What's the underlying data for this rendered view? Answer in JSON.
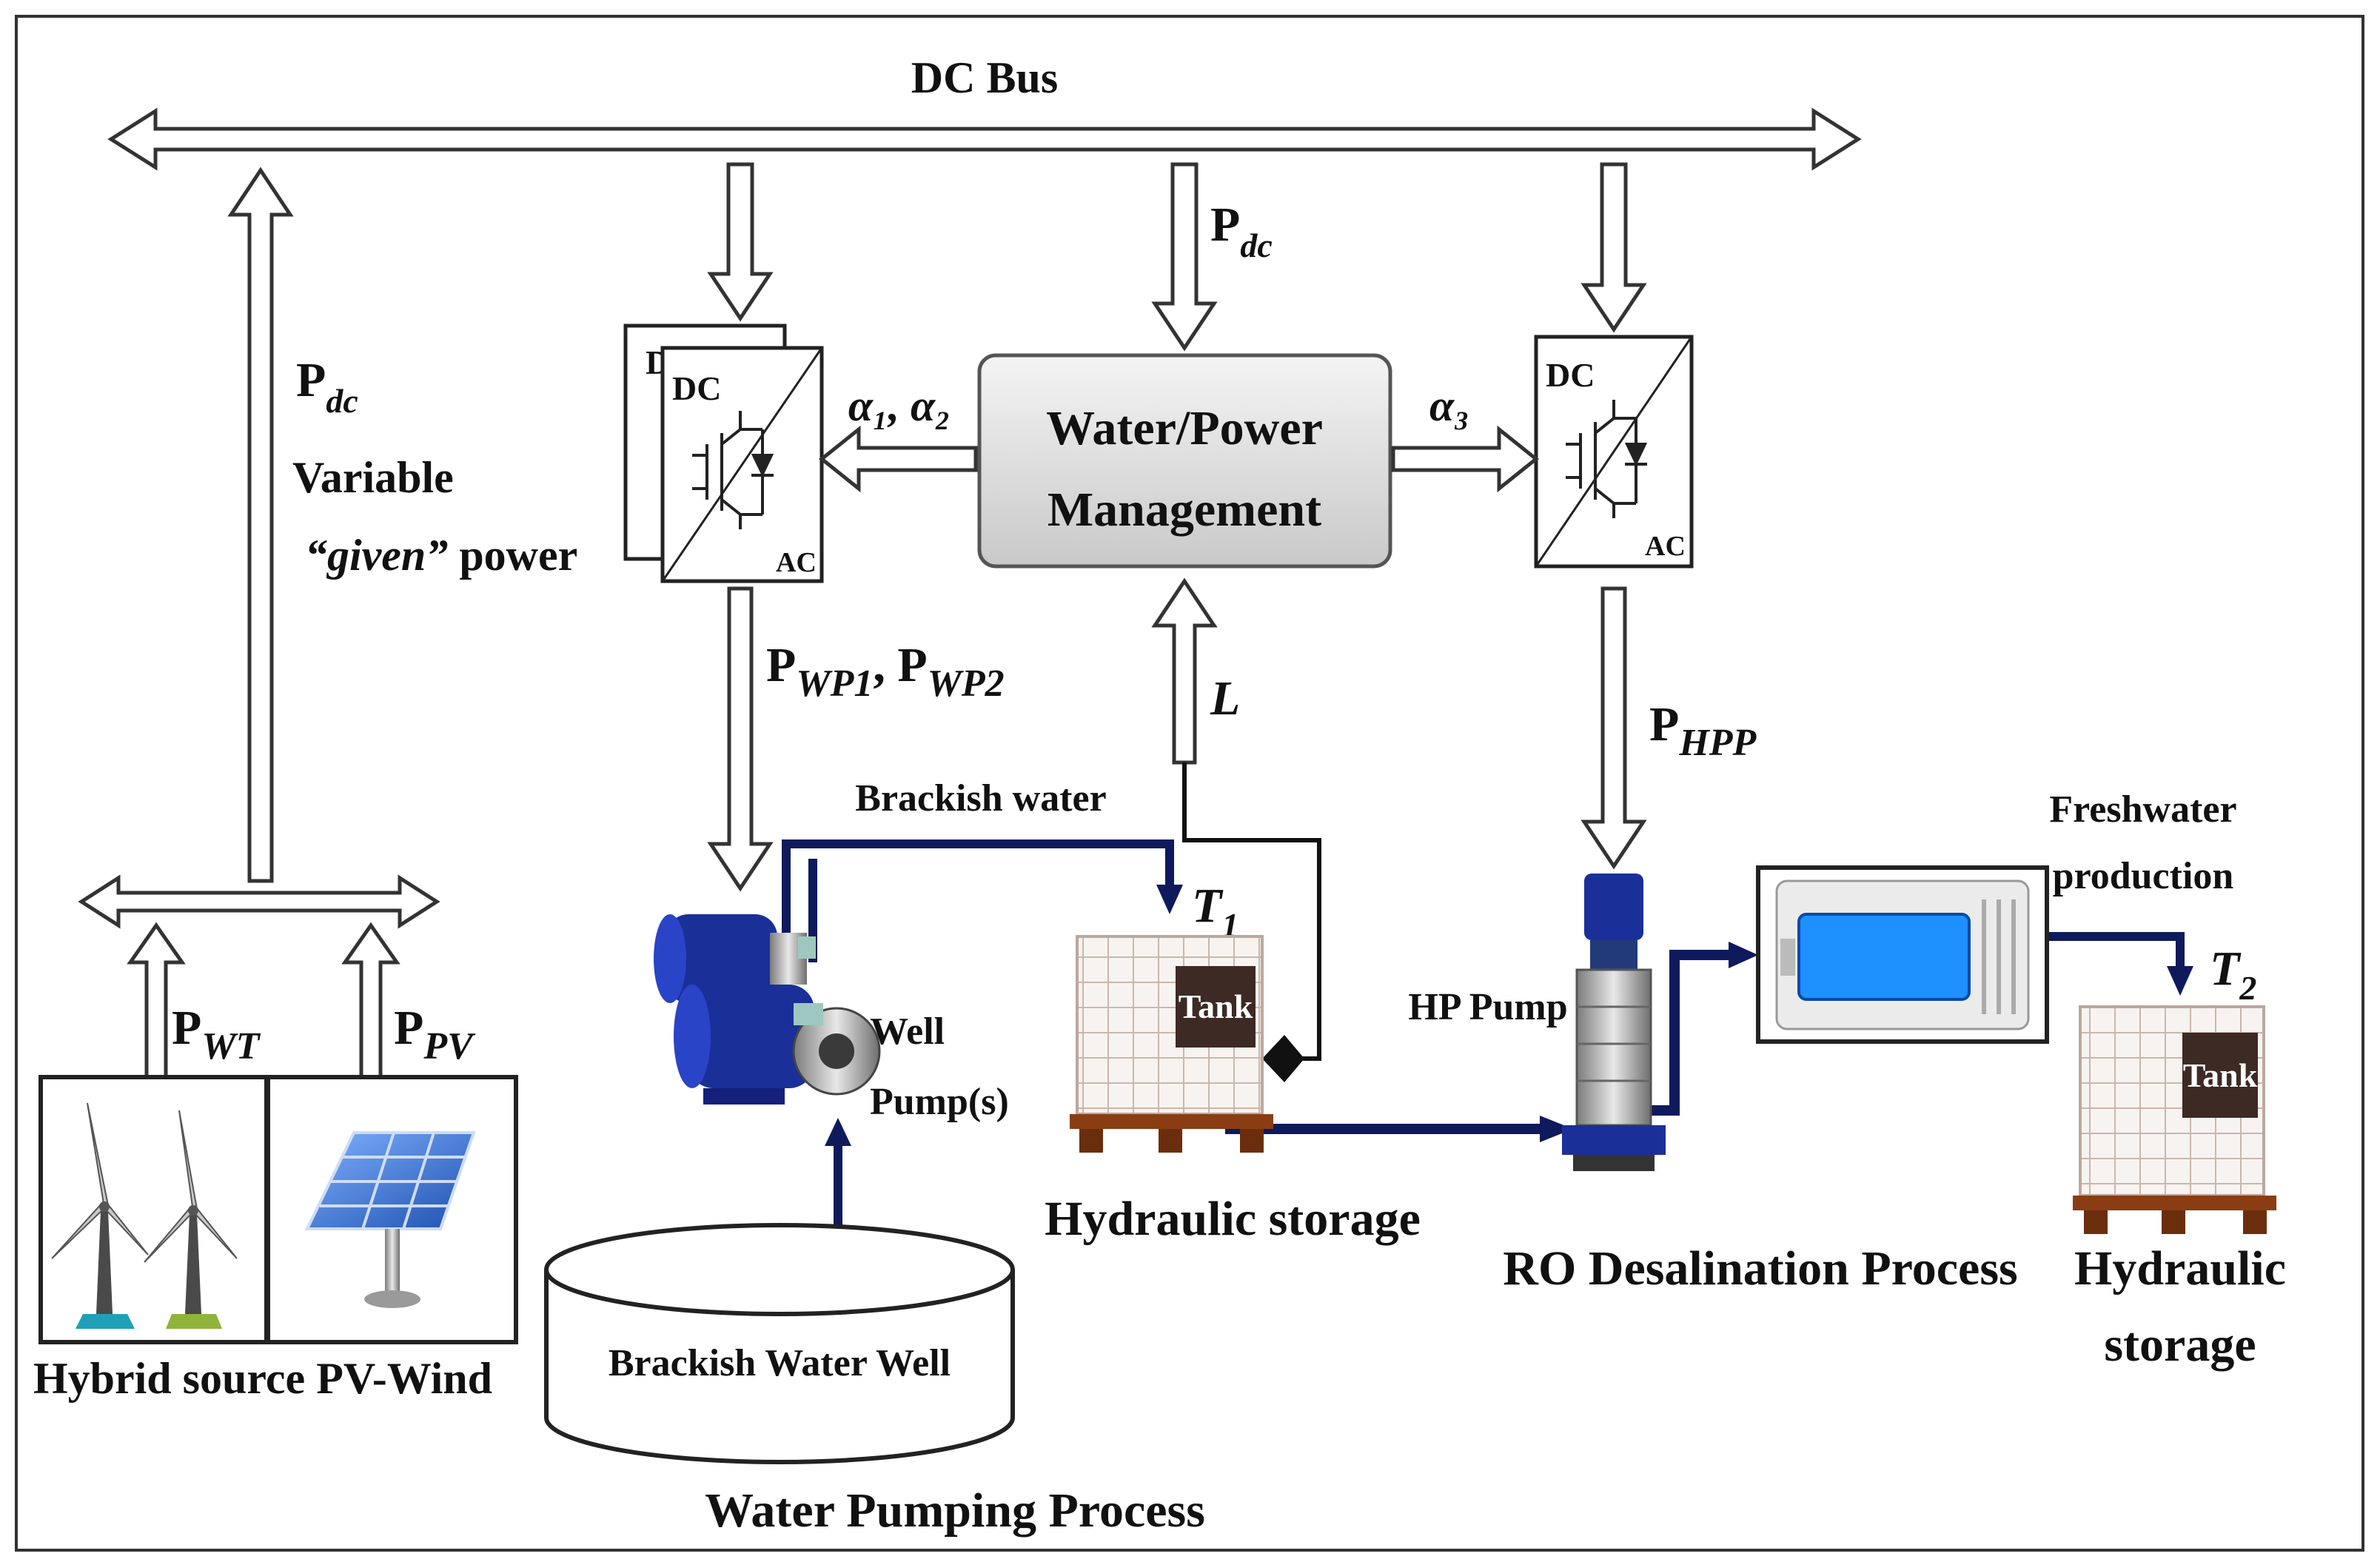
{
  "labels": {
    "dc_bus": "DC Bus",
    "pdc_main_base": "P",
    "pdc_main_sub": "dc",
    "pdc_left_base": "P",
    "pdc_left_sub": "dc",
    "variable": "Variable",
    "given_open": "“given”",
    "given_power": " power",
    "alpha12": "α₁, α₂",
    "alpha3": "α₃",
    "mgmt_line1": "Water/Power",
    "mgmt_line2": "Management",
    "conv_dc": "DC",
    "conv_ac": "AC",
    "conv_back_dc": "D",
    "pwp_base1": "P",
    "pwp_sub1": "WP1",
    "pwp_sep": ", P",
    "pwp_sub2": "WP2",
    "level_l": "L",
    "php_base": "P",
    "php_sub": "HPP",
    "brackish_water": "Brackish water",
    "t1_base": "T",
    "t1_sub": "1",
    "t2_base": "T",
    "t2_sub": "2",
    "well_pump_1": "Well",
    "well_pump_2": "Pump(s)",
    "tank": "Tank",
    "hydraulic_storage": "Hydraulic storage",
    "hp_pump": "HP Pump",
    "freshwater_1": "Freshwater",
    "freshwater_2": "production",
    "ro_process": "RO Desalination Process",
    "hydraulic_2a": "Hydraulic",
    "hydraulic_2b": "storage",
    "pwt_base": "P",
    "pwt_sub": "WT",
    "ppv_base": "P",
    "ppv_sub": "PV",
    "hybrid_source": "Hybrid source PV-Wind",
    "well_name": "Brackish Water Well",
    "water_pumping": "Water Pumping Process"
  },
  "colors": {
    "pipe": "#0e1a5c",
    "arrow_outline": "#333333",
    "block_fill": "#e6e6e6",
    "membrane": "#1e90ff",
    "pump_blue": "#1b2f99",
    "tank_pallet": "#8a3d12"
  }
}
